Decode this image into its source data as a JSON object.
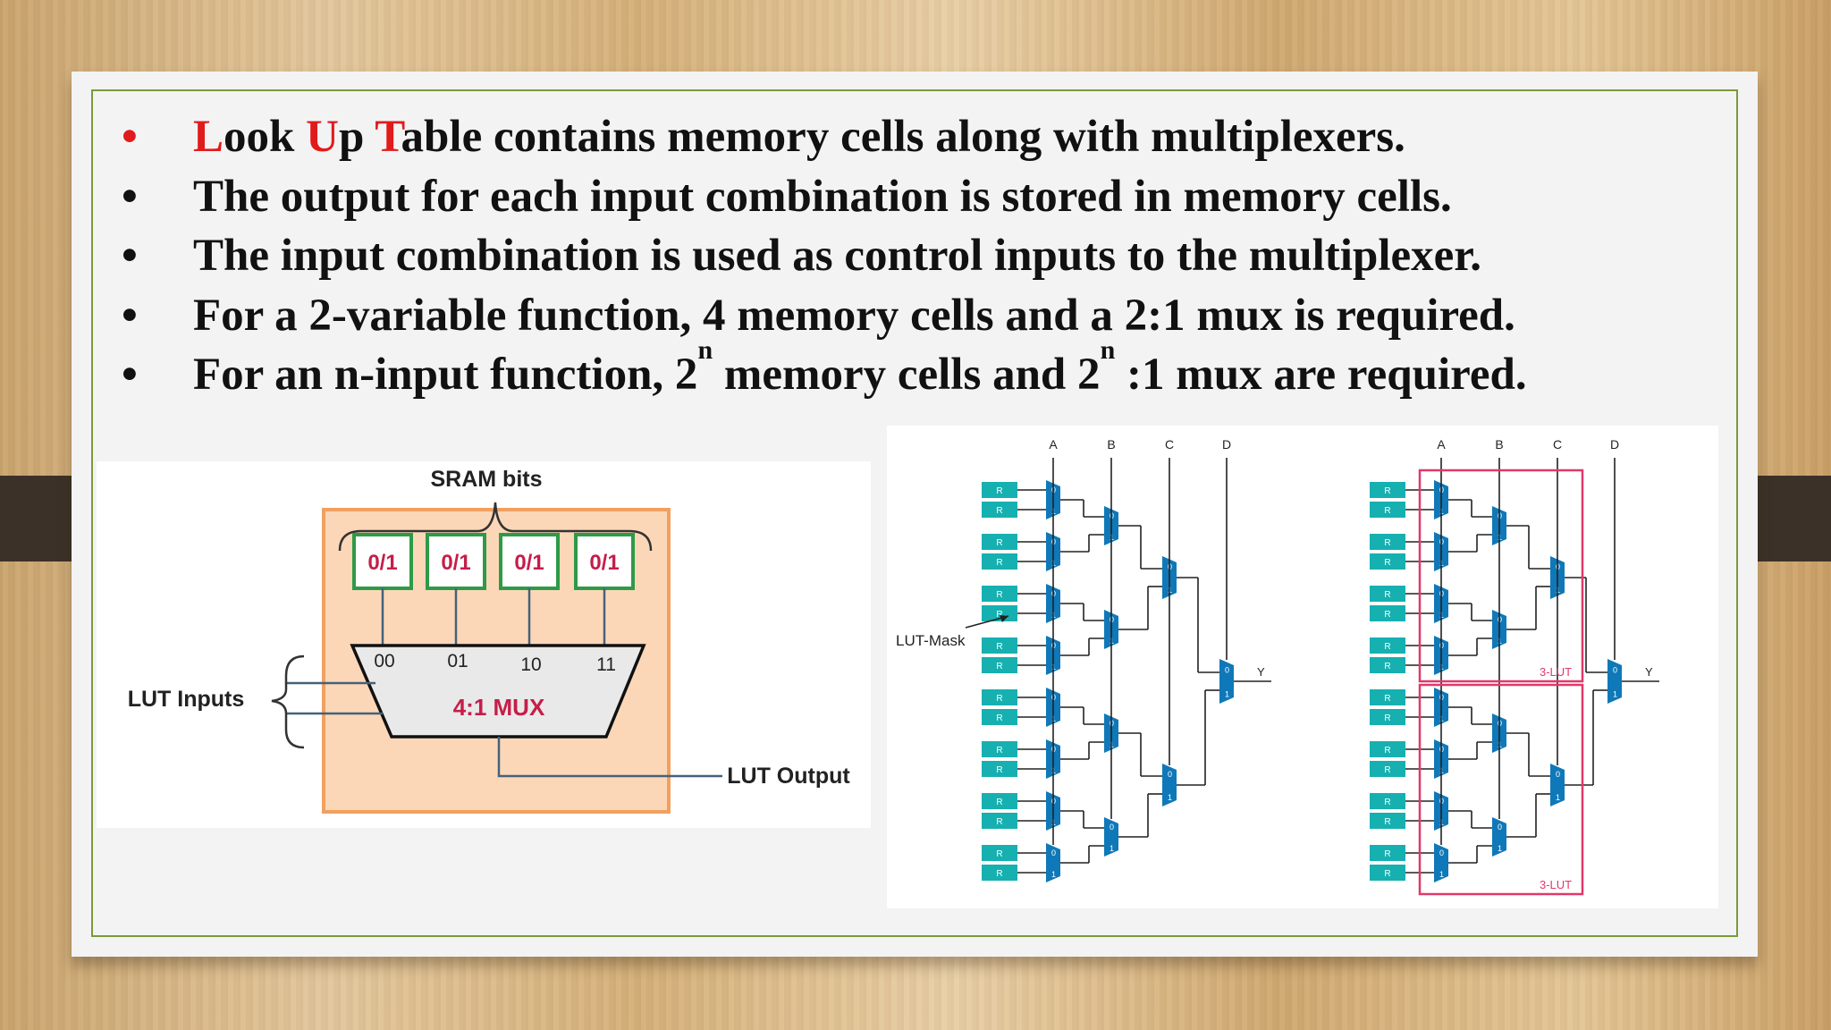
{
  "bullets": [
    {
      "parts": [
        {
          "text": "L",
          "highlight": true
        },
        {
          "text": "ook ",
          "highlight": false
        },
        {
          "text": "U",
          "highlight": true
        },
        {
          "text": "p ",
          "highlight": false
        },
        {
          "text": "T",
          "highlight": true
        },
        {
          "text": "able contains memory cells along with multiplexers.",
          "highlight": false
        }
      ]
    },
    {
      "text": "The output for each input combination is stored in memory cells."
    },
    {
      "text": "The input combination is used as control inputs to the multiplexer."
    },
    {
      "text": "For a 2-variable function, 4 memory cells and a 2:1 mux is required."
    },
    {
      "pre1": "For an n-input function, 2",
      "sup1": "n",
      "mid": " memory cells and 2",
      "sup2": "n",
      "post": " :1 mux are required."
    }
  ],
  "bullet_glyph": "•",
  "colors": {
    "highlight": "#e11b1b",
    "border": "#7a9a3a",
    "sram_box": "#2e9a48",
    "lut_box": "#f0a060",
    "mux_text": "#c41e4a",
    "mem_cell": "#16b0b0",
    "mux_shape": "#0f78b8",
    "lut_outline": "#e0386a"
  },
  "lut_diagram": {
    "sram_label": "SRAM bits",
    "cells": [
      "0/1",
      "0/1",
      "0/1",
      "0/1"
    ],
    "mux_inputs": [
      "00",
      "01",
      "10",
      "11"
    ],
    "mux_label": "4:1 MUX",
    "inputs_label": "LUT Inputs",
    "output_label": "LUT Output"
  },
  "tree_diagram": {
    "inputs": [
      "A",
      "B",
      "C",
      "D"
    ],
    "mask_label": "LUT-Mask",
    "cell_label": "R",
    "mux_labels": [
      "0",
      "1"
    ],
    "output_label": "Y",
    "sub_lut_label": "3-LUT"
  }
}
